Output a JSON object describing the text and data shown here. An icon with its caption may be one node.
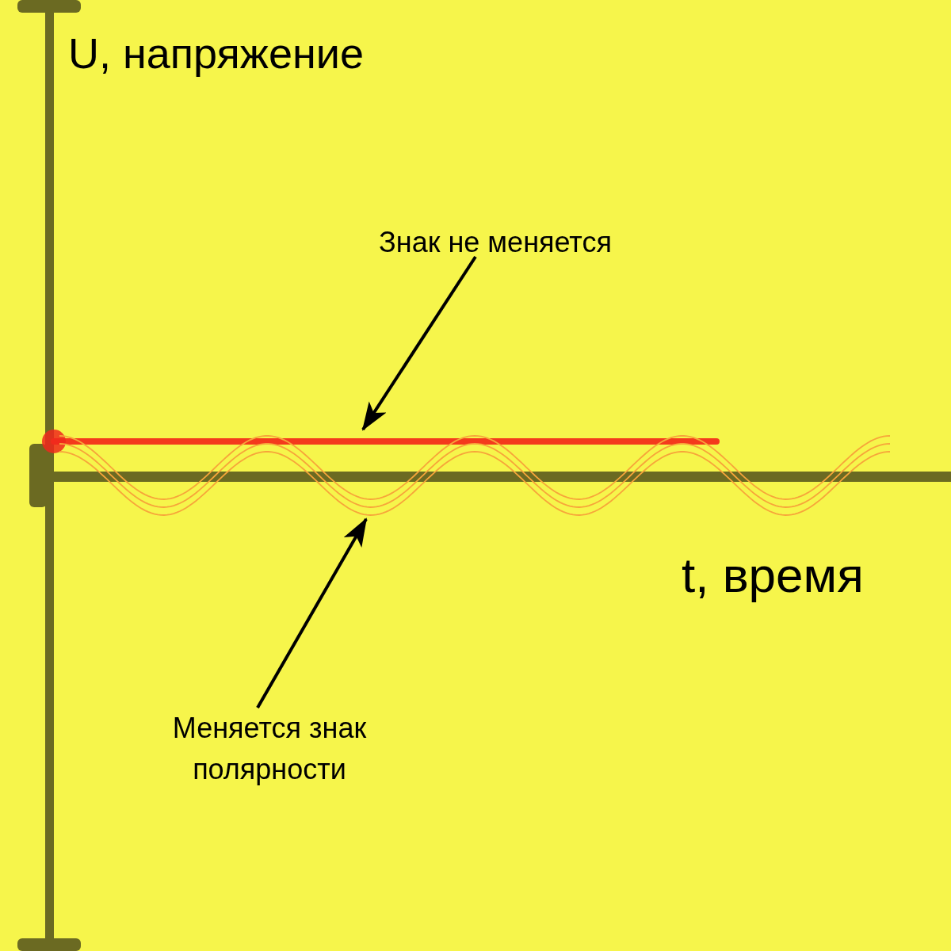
{
  "diagram": {
    "nodes": [
      {
        "text": [
          "Знак не меняется"
        ]
      },
      {
        "text": [],
        "shape": "line"
      },
      {
        "text": [
          "Меняется знак полярности"
        ]
      },
      {
        "text": [],
        "shape": "wave"
      }
    ],
    "edges": [
      {
        "from": 0,
        "to": 1,
        "arrow": "to"
      },
      {
        "from": 2,
        "to": 3,
        "arrow": "to"
      }
    ],
    "labels": [
      "U, напряжение",
      "t, время"
    ]
  }
}
